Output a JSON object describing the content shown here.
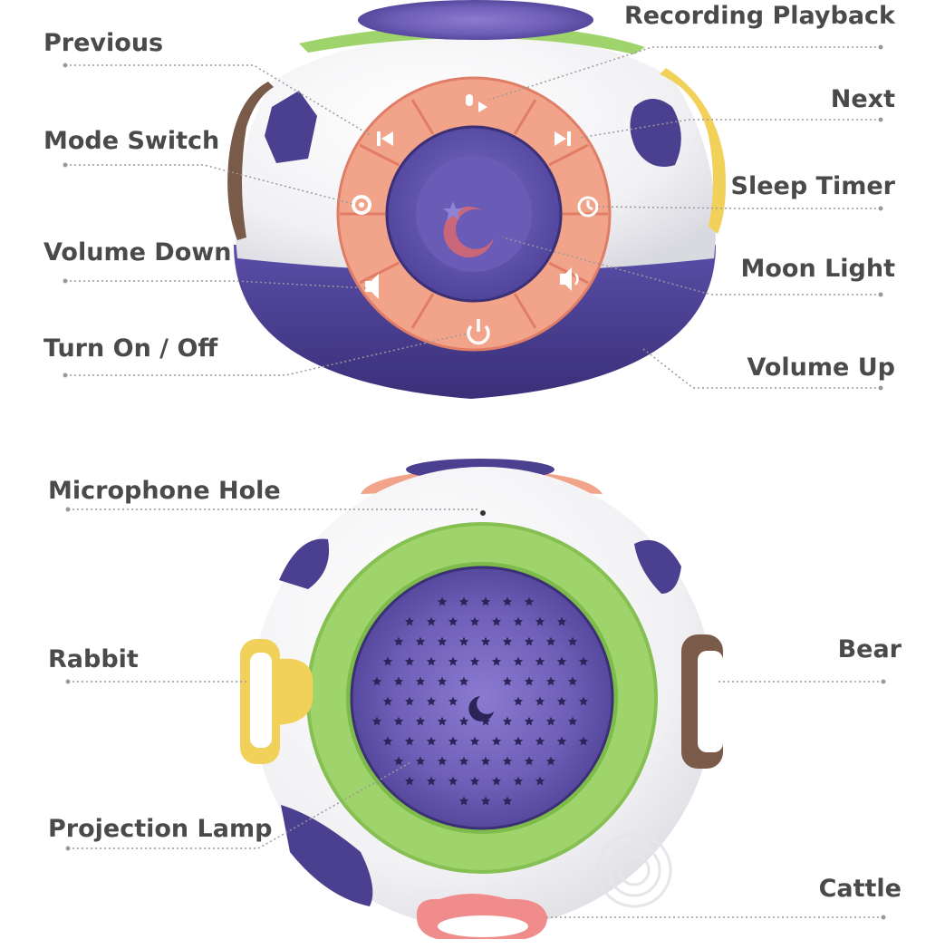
{
  "labels": {
    "previous": "Previous",
    "mode_switch": "Mode Switch",
    "volume_down": "Volume Down",
    "turn_on_off": "Turn On / Off",
    "recording_playback": "Recording Playback",
    "next": "Next",
    "sleep_timer": "Sleep Timer",
    "moon_light": "Moon Light",
    "volume_up": "Volume Up",
    "microphone_hole": "Microphone Hole",
    "rabbit": "Rabbit",
    "projection_lamp": "Projection Lamp",
    "bear": "Bear",
    "cattle": "Cattle"
  },
  "colors": {
    "text": "#4a4a4a",
    "leader": "#9a9a9a",
    "purple": "#4b3f8f",
    "purple_dark": "#3b2f75",
    "coral": "#f2a48a",
    "coral_dark": "#e07d66",
    "lime": "#9fd36b",
    "shell": "#f4f4f6",
    "yellow": "#f2d15a",
    "brown": "#7a5a48",
    "pink": "#f08c8c"
  },
  "icons": [
    "recording-playback-icon",
    "previous-icon",
    "next-icon",
    "mode-switch-icon",
    "sleep-timer-icon",
    "volume-down-icon",
    "volume-up-icon",
    "power-icon",
    "moon-icon",
    "star-icon"
  ]
}
